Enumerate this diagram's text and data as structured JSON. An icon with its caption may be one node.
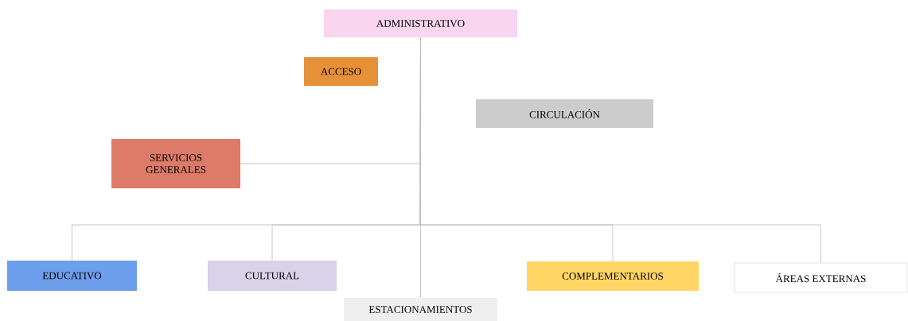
{
  "diagram": {
    "nodes": [
      {
        "text": [
          "ADMINISTRATIVO"
        ]
      },
      {
        "text": [
          "ACCESO"
        ]
      },
      {
        "text": [
          "CIRCULACIÓN"
        ]
      },
      {
        "text": [
          "SERVICIOS GENERALES"
        ]
      },
      {
        "text": [
          "EDUCATIVO"
        ]
      },
      {
        "text": [
          "CULTURAL"
        ]
      },
      {
        "text": [
          "ESTACIONAMIENTOS"
        ]
      },
      {
        "text": [
          "COMPLEMENTARIOS"
        ]
      },
      {
        "text": [
          "ÁREAS EXTERNAS"
        ]
      }
    ],
    "edges": [
      {
        "from": 0,
        "to": 3,
        "arrow": "none"
      },
      {
        "from": 0,
        "to": 4,
        "arrow": "none"
      },
      {
        "from": 0,
        "to": 5,
        "arrow": "none"
      },
      {
        "from": 0,
        "to": 6,
        "arrow": "none"
      },
      {
        "from": 0,
        "to": 7,
        "arrow": "none"
      },
      {
        "from": 0,
        "to": 8,
        "arrow": "none"
      }
    ]
  }
}
